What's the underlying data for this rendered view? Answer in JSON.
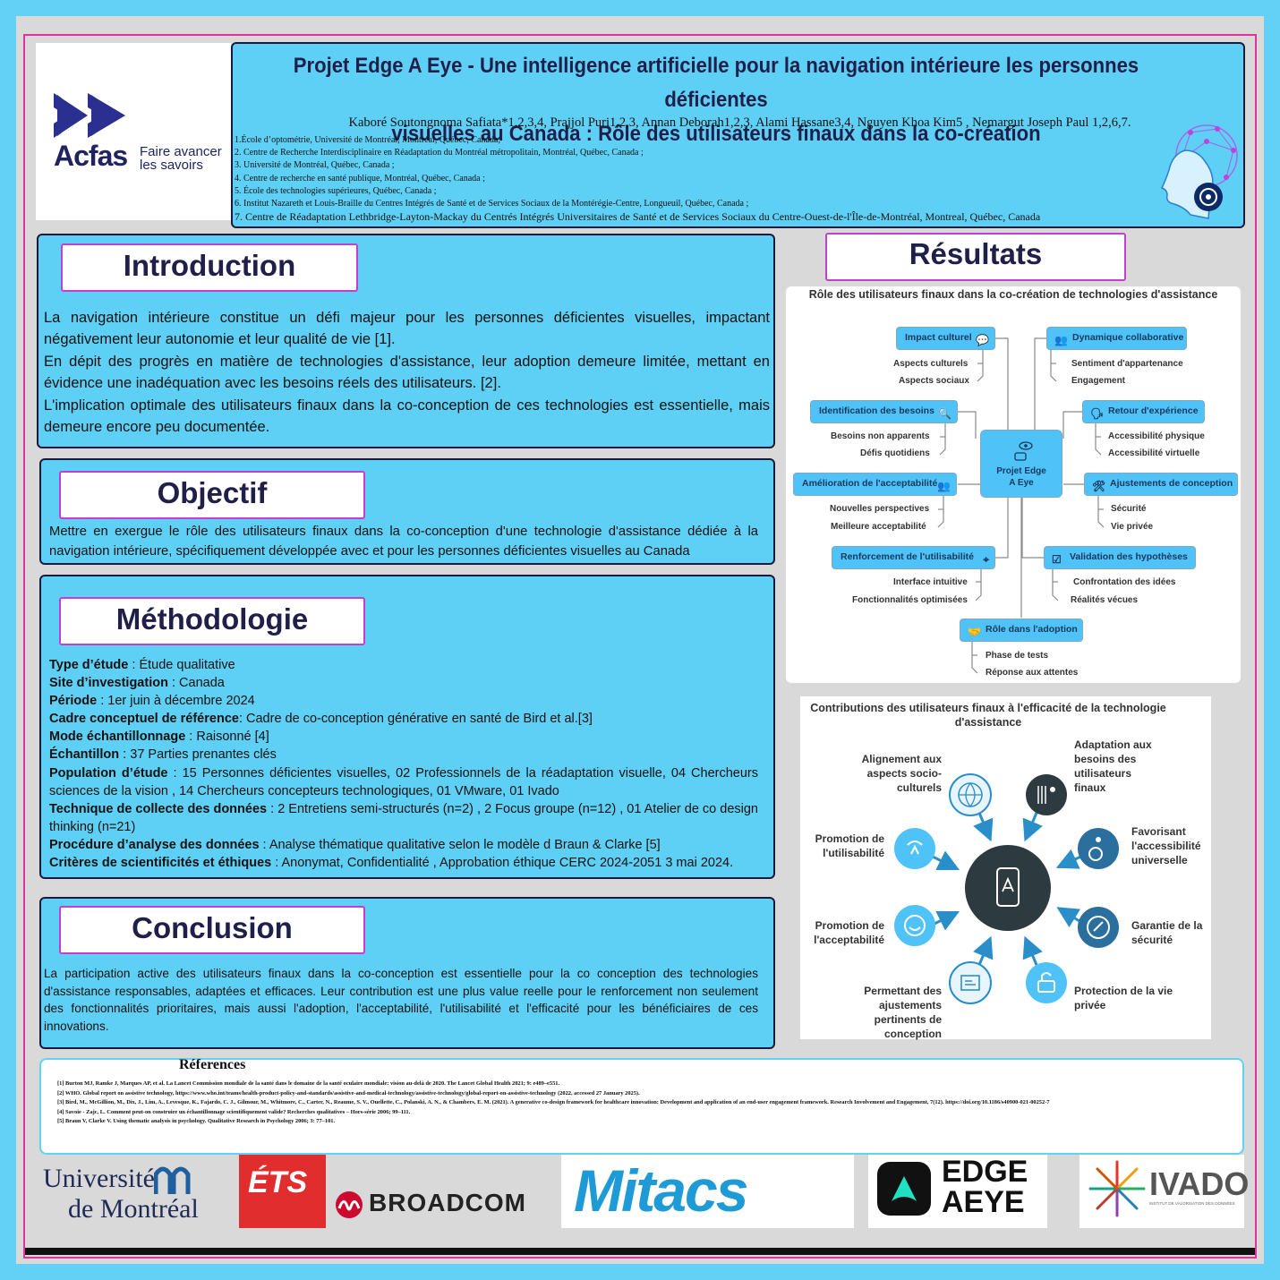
{
  "header": {
    "logo_acfas": "Acfas",
    "logo_acfas_tag1": "Faire avancer",
    "logo_acfas_tag2": "les savoirs",
    "title_line1": "Projet Edge A Eye - Une intelligence artificielle pour la navigation intérieure les personnes déficientes",
    "title_line2": "visuelles au Canada : Rôle des utilisateurs finaux dans la co-création",
    "authors": "Kaboré Soutongnoma Safiata*1,2,3,4, Prajjol Puri1,2,3, Annan Deborah1,2,3, Alami Hassane3,4, Nguyen Khoa Kim5 , Nemargut Joseph Paul 1,2,6,7.",
    "affiliations": [
      "1.École d’optométrie, Université de Montréal, Montréal, Québec, Canada;",
      "2. Centre de Recherche Interdisciplinaire en Réadaptation du Montréal métropolitain, Montréal, Québec, Canada ;",
      "3. Université de Montréal, Québec, Canada ;",
      "4. Centre de recherche en santé publique, Montréal, Québec, Canada ;",
      "5. École des technologies supérieures, Québec, Canada ;",
      "6. Institut Nazareth et Louis-Braille du Centres Intégrés de Santé et de Services Sociaux de la Montérégie-Centre, Longueuil, Québec, Canada ;",
      "7. Centre de Réadaptation Lethbridge-Layton-Mackay du Centrés Intégrés Universitaires de Santé et de Services Sociaux du Centre-Ouest-de-l'Île-de-Montréal, Montreal, Québec, Canada"
    ]
  },
  "introduction": {
    "heading": "Introduction",
    "paragraphs": [
      "La navigation intérieure constitue un défi majeur pour les personnes déficientes visuelles, impactant négativement leur autonomie et leur qualité de vie [1].",
      "En dépit des progrès en matière de technologies d'assistance, leur adoption demeure limitée, mettant en évidence une inadéquation avec les besoins réels des utilisateurs. [2].",
      "L'implication optimale des utilisateurs finaux dans la co-conception de ces technologies est essentielle, mais demeure encore peu documentée."
    ]
  },
  "objectif": {
    "heading": "Objectif",
    "text": "Mettre en exergue le rôle des utilisateurs finaux dans la co-conception d'une technologie d'assistance dédiée à la navigation intérieure, spécifiquement développée avec et pour les personnes déficientes visuelles au Canada"
  },
  "methodologie": {
    "heading": "Méthodologie",
    "items": [
      {
        "label": "Type d’étude",
        "sep": " :  ",
        "value": "Étude qualitative"
      },
      {
        "label": "Site d’investigation",
        "sep": " : ",
        "value": "Canada"
      },
      {
        "label": "Période",
        "sep": " : ",
        "value": "1er juin à décembre 2024"
      },
      {
        "label": "Cadre conceptuel de référence",
        "sep": ":  ",
        "value": "Cadre de co-conception générative en santé de Bird et al.[3]"
      },
      {
        "label": "Mode échantillonnage",
        "sep": " :  ",
        "value": "Raisonné  [4]"
      },
      {
        "label": "Échantillon",
        "sep": " : ",
        "value": "37 Parties prenantes clés"
      },
      {
        "label": "Population d’étude",
        "sep": " : ",
        "value": "15 Personnes déficientes visuelles, 02 Professionnels de la réadaptation visuelle, 04 Chercheurs sciences de la vision , 14 Chercheurs concepteurs technologiques, 01 VMware, 01 Ivado"
      },
      {
        "label": "Technique de collecte des données",
        "sep": " : ",
        "value": "2 Entretiens semi-structurés (n=2) , 2 Focus groupe (n=12) , 01 Atelier de co design thinking (n=21)"
      },
      {
        "label": "Procédure d’analyse des données",
        "sep": " : ",
        "value": "Analyse thématique qualitative  selon le modèle d Braun & Clarke [5]"
      },
      {
        "label": "Critères de scientificités et  éthiques",
        "sep": " : ",
        "value": "Anonymat, Confidentialité , Approbation éthique CERC 2024-2051 3 mai 2024."
      }
    ]
  },
  "conclusion": {
    "heading": "Conclusion",
    "text": "La participation active des utilisateurs finaux dans la co-conception est essentielle pour la co conception des technologies d'assistance responsables, adaptées et efficaces. Leur contribution est une plus value reelle pour le renforcement non seulement des fonctionnalités prioritaires, mais aussi l'adoption, l'acceptabilité, l'utilisabilité et l'efficacité pour les bénéficiaires de ces innovations."
  },
  "references": {
    "heading": "Réferences",
    "items": [
      "[1] Burton MJ, Ramke J, Marques AP, et al. La Lancet Commission mondiale de la santé dans le domaine de la santé oculaire mondiale: vision au-delà de 2020. The Lancet Global Health 2021; 9: e489–e551.",
      "[2] WHO. Global report on assistive technology, https://www.who.int/teams/health-product-policy-and-standards/assistive-and-medical-technology/assistive-technology/global-report-on-assistive-technology (2022, accessed 27 January 2025).",
      "[3] Bird, M., McGillion, M., Dix, J., Lim, A., Levesque, K., Fajardo, C. J., Gilmour, M., Whitmore, C., Carter, N., Reaume, S. V., Ouellette, C., Polanski, A. N., & Chambers, E. M. (2021). A generative co-design framework for healthcare innovation: Development and application of an end-user engagement framework. Research Involvement and Engagement, 7(12). https://doi.org/10.1186/s40900-021-00252-7",
      "[4] Savoie - Zajc, L. Comment peut-on construire un échantillonnage scientifiquement valide? Recherches qualitatives – Hors-série 2006; 99–111.",
      "[5] Braun V, Clarke V. Using thematic analysis in psychology. Qualitative Research in Psychology 2006; 3: 77–101."
    ]
  },
  "resultats": {
    "heading": "Résultats",
    "mindmap": {
      "title": "Rôle des utilisateurs finaux dans la co-création de technologies d'assistance",
      "center": "Projet Edge A Eye",
      "branches": [
        {
          "label": "Impact culturel",
          "leaves": [
            "Aspects culturels",
            "Aspects sociaux"
          ]
        },
        {
          "label": "Dynamique collaborative",
          "leaves": [
            "Sentiment d'appartenance",
            "Engagement"
          ]
        },
        {
          "label": "Identification des besoins",
          "leaves": [
            "Besoins non apparents",
            "Défis quotidiens"
          ]
        },
        {
          "label": "Retour d'expérience",
          "leaves": [
            "Accessibilité physique",
            "Accessibilité virtuelle"
          ]
        },
        {
          "label": "Amélioration de l'acceptabilité",
          "leaves": [
            "Nouvelles perspectives",
            "Meilleure acceptabilité"
          ]
        },
        {
          "label": "Ajustements de conception",
          "leaves": [
            "Sécurité",
            "Vie privée"
          ]
        },
        {
          "label": "Renforcement de l'utilisabilité",
          "leaves": [
            "Interface intuitive",
            "Fonctionnalités optimisées"
          ]
        },
        {
          "label": "Validation des hypothèses",
          "leaves": [
            "Confrontation des idées",
            "Réalités vécues"
          ]
        },
        {
          "label": "Rôle dans l'adoption",
          "leaves": [
            "Phase de tests",
            "Réponse aux attentes"
          ]
        }
      ]
    },
    "contributions": {
      "title_line1": "Contributions  des utilisateurs finaux à l'efficacité de la technologie",
      "title_line2": "d'assistance",
      "labels": [
        "Alignement aux aspects socio-culturels",
        "Adaptation aux besoins des utilisateurs finaux",
        "Promotion de l'utilisabilité",
        "Favorisant l'accessibilité universelle",
        "Promotion de l'acceptabilité",
        "Garantie de la sécurité",
        "Permettant des ajustements pertinents de conception",
        "Protection de la vie privée"
      ]
    }
  },
  "logos": {
    "udem1": "Université",
    "udem2": "de Montréal",
    "ets": "ÉTS",
    "broadcom": "BROADCOM",
    "mitacs": "Mitacs",
    "edge1": "EDGE",
    "edge2": "AEYE",
    "ivado": "IVADO",
    "ivado_sub": "INSTITUT DE VALORISATION DES DONNÉES"
  },
  "colors": {
    "poster_border": "#63d1f5",
    "panel": "#5fd0f5",
    "heading_border": "#c43fcf",
    "node": "#4fc3f7",
    "hub": "#2d3a40",
    "icon_circle": "#2a8fc9"
  }
}
